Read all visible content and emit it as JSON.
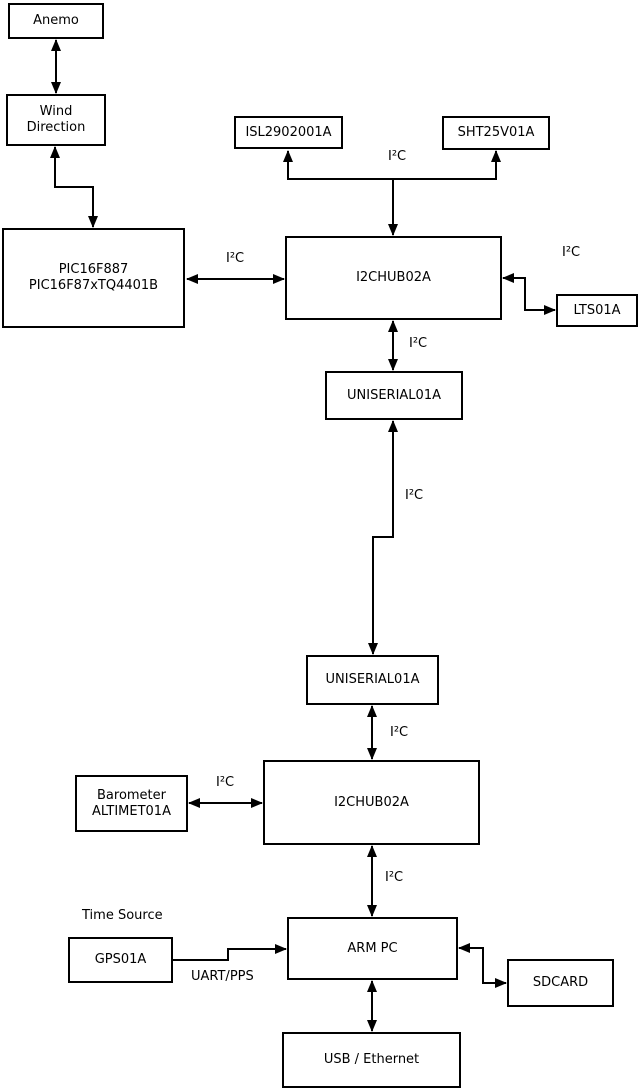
{
  "diagram": {
    "background_color": "#ffffff",
    "line_color": "#000000",
    "nodes": {
      "anemo": {
        "label": "Anemo"
      },
      "wind_direction": {
        "label": "Wind Direction"
      },
      "pic": {
        "line1": "PIC16F887",
        "line2": "PIC16F87xTQ4401B"
      },
      "isl": {
        "label": "ISL2902001A"
      },
      "sht": {
        "label": "SHT25V01A"
      },
      "hub1": {
        "label": "I2CHUB02A"
      },
      "lts": {
        "label": "LTS01A"
      },
      "uniserial1": {
        "label": "UNISERIAL01A"
      },
      "uniserial2": {
        "label": "UNISERIAL01A"
      },
      "barometer": {
        "line1": "Barometer",
        "line2": "ALTIMET01A"
      },
      "hub2": {
        "label": "I2CHUB02A"
      },
      "gps": {
        "label": "GPS01A"
      },
      "armpc": {
        "label": "ARM PC"
      },
      "sdcard": {
        "label": "SDCARD"
      },
      "usb": {
        "label": "USB / Ethernet"
      }
    },
    "edge_labels": {
      "bus_top": "I²C",
      "pic_hub": "I²C",
      "hub_lts": "I²C",
      "hub1_uni1": "I²C",
      "uni_long": "I²C",
      "uni2_hub2": "I²C",
      "baro_hub2": "I²C",
      "hub2_arm": "I²C",
      "time_source": "Time Source",
      "uart_pps": "UART/PPS"
    }
  }
}
